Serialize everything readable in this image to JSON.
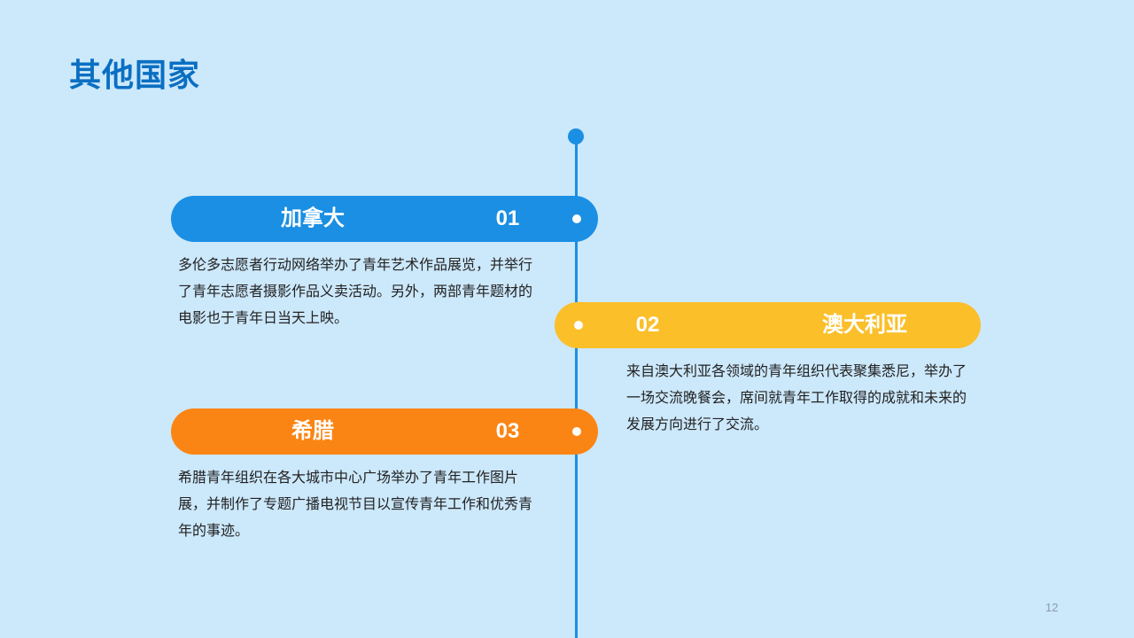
{
  "slide": {
    "title": "其他国家",
    "page_number": "12"
  },
  "items": [
    {
      "name": "加拿大",
      "number": "01",
      "color": "#1a8fe3",
      "description": "多伦多志愿者行动网络举办了青年艺术作品展览，并举行了青年志愿者摄影作品义卖活动。另外，两部青年题材的电影也于青年日当天上映。"
    },
    {
      "name": "澳大利亚",
      "number": "02",
      "color": "#fbbf2a",
      "description": "来自澳大利亚各领域的青年组织代表聚集悉尼，举办了一场交流晚餐会，席间就青年工作取得的成就和未来的发展方向进行了交流。"
    },
    {
      "name": "希腊",
      "number": "03",
      "color": "#fb8514",
      "description": "希腊青年组织在各大城市中心广场举办了青年工作图片展，并制作了专题广播电视节目以宣传青年工作和优秀青年的事迹。"
    }
  ]
}
